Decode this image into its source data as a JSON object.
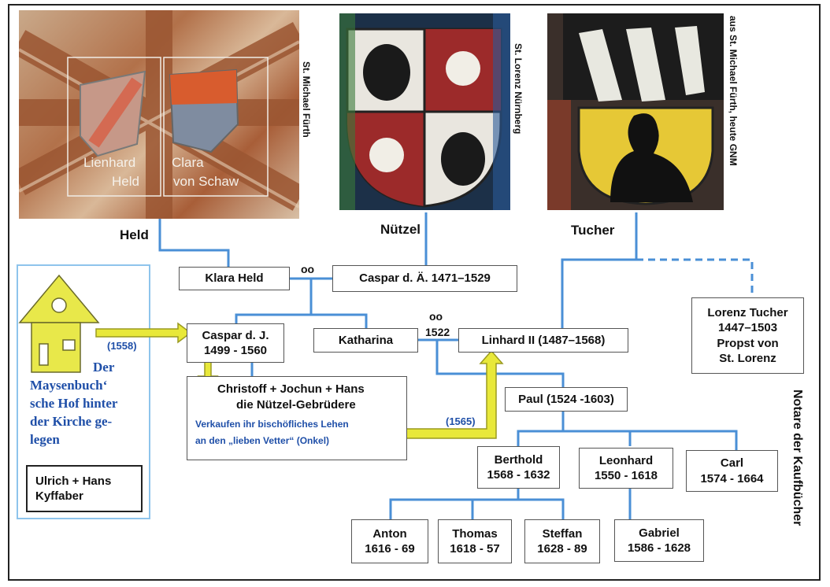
{
  "photos": {
    "held": {
      "label_person1": "Lienhard",
      "label_person1b": "Held",
      "label_person2": "Clara",
      "label_person2b": "von Schaw",
      "caption": "Held",
      "side_text": "St. Michael Fürth"
    },
    "nuetzel": {
      "caption": "Nützel",
      "side_text": "St. Lorenz Nürnberg"
    },
    "tucher": {
      "caption": "Tucher",
      "side_text": "aus St. Michael Fürth, heute GNM"
    }
  },
  "house": {
    "year": "(1558)",
    "text_lines": [
      "Der",
      "Maysenbuch‘",
      "sche Hof hinter",
      "der Kirche ge-",
      "legen"
    ],
    "owners": [
      "Ulrich + Hans",
      "Kyffaber"
    ]
  },
  "marriage_symbol": "oo",
  "marriage_year": "1522",
  "sale_year": "(1565)",
  "persons": {
    "klara": "Klara Held",
    "caspar_ae": "Caspar d. Ä. 1471–1529",
    "caspar_j": [
      "Caspar d. J.",
      "1499 - 1560"
    ],
    "katharina": "Katharina",
    "linhard": "Linhard II (1487–1568)",
    "lorenz": [
      "Lorenz Tucher",
      "1447–1503",
      "Propst von",
      "St. Lorenz"
    ],
    "brothers": {
      "names": "Christoff + Jochun + Hans",
      "title": "die Nützel-Gebrüdere",
      "note1": "Verkaufen ihr bischöfliches Lehen",
      "note2": "an den „lieben Vetter“ (Onkel)"
    },
    "paul": "Paul (1524 -1603)",
    "berthold": [
      "Berthold",
      "1568 - 1632"
    ],
    "leonhard": [
      "Leonhard",
      "1550 - 1618"
    ],
    "carl": [
      "Carl",
      "1574 - 1664"
    ],
    "anton": [
      "Anton",
      "1616 - 69"
    ],
    "thomas": [
      "Thomas",
      "1618 - 57"
    ],
    "steffan": [
      "Steffan",
      "1628 - 89"
    ],
    "gabriel": [
      "Gabriel",
      "1586 - 1628"
    ]
  },
  "side_label": "Notare der Kaufbücher",
  "colors": {
    "line": "#4a8fd6",
    "arrow": "#e6e62e",
    "note": "#1f4fa8",
    "house": "#e8e84a"
  }
}
